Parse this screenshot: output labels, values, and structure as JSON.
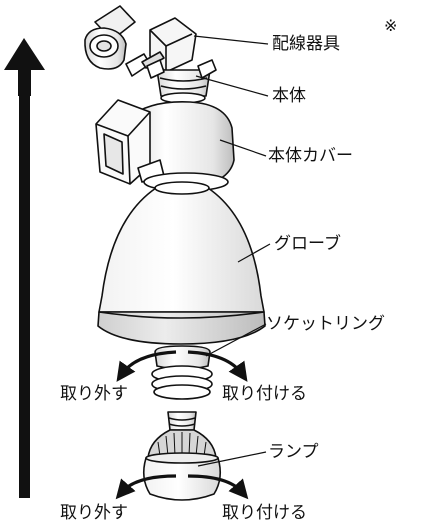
{
  "note_mark": "※",
  "labels": {
    "wiring_fixture": "配線器具",
    "main_body": "本体",
    "body_cover": "本体カバー",
    "globe": "グローブ",
    "socket_ring": "ソケットリング",
    "lamp": "ランプ"
  },
  "actions": {
    "remove_upper": "取り外す",
    "attach_upper": "取り付ける",
    "remove_lower": "取り外す",
    "attach_lower": "取り付ける"
  }
}
